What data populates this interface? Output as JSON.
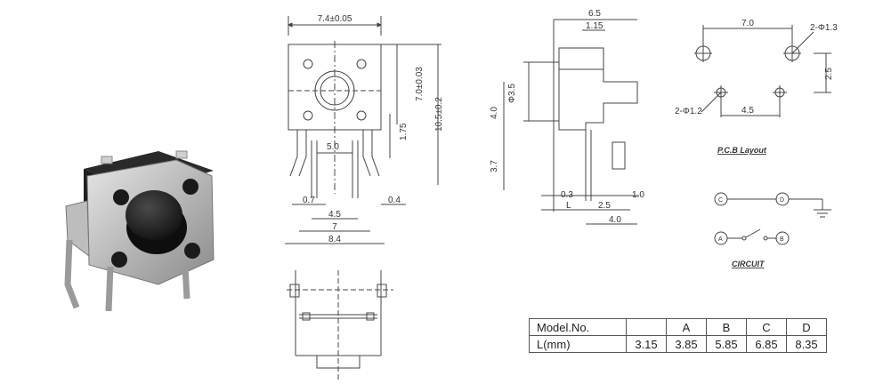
{
  "front_view": {
    "width": "7.4±0.05",
    "height_a": "7.0±0.03",
    "height_b": "10.5±0.2",
    "offset": "1.75",
    "pin_spacing": "5.0",
    "lead_width": "0.7",
    "lead_thickness": "0.4",
    "inner_span": "4.5",
    "outer_span": "7",
    "total_span": "8.4"
  },
  "side_view": {
    "width": "6.5",
    "offset": "1.15",
    "diameter": "Φ3.5",
    "height_a": "4.0",
    "height_b": "3.7",
    "thickness": "0.3",
    "right_gap": "1.0",
    "length_label": "L",
    "lead_length": "2.5",
    "depth": "4.0"
  },
  "pcb_layout": {
    "x_spacing": "7.0",
    "big_hole": "2-Φ1.3",
    "y_spacing": "2.5",
    "small_hole": "2-Φ1.2",
    "small_spacing": "4.5",
    "title": "P.C.B Layout"
  },
  "circuit": {
    "node_c": "C",
    "node_d": "D",
    "node_a": "A",
    "node_b": "B",
    "title": "CIRCUIT"
  },
  "table": {
    "header_label": "Model.No.",
    "columns": [
      "",
      "A",
      "B",
      "C",
      "D"
    ],
    "row_label": "L(mm)",
    "values": [
      "3.15",
      "3.85",
      "5.85",
      "6.85",
      "8.35"
    ]
  }
}
